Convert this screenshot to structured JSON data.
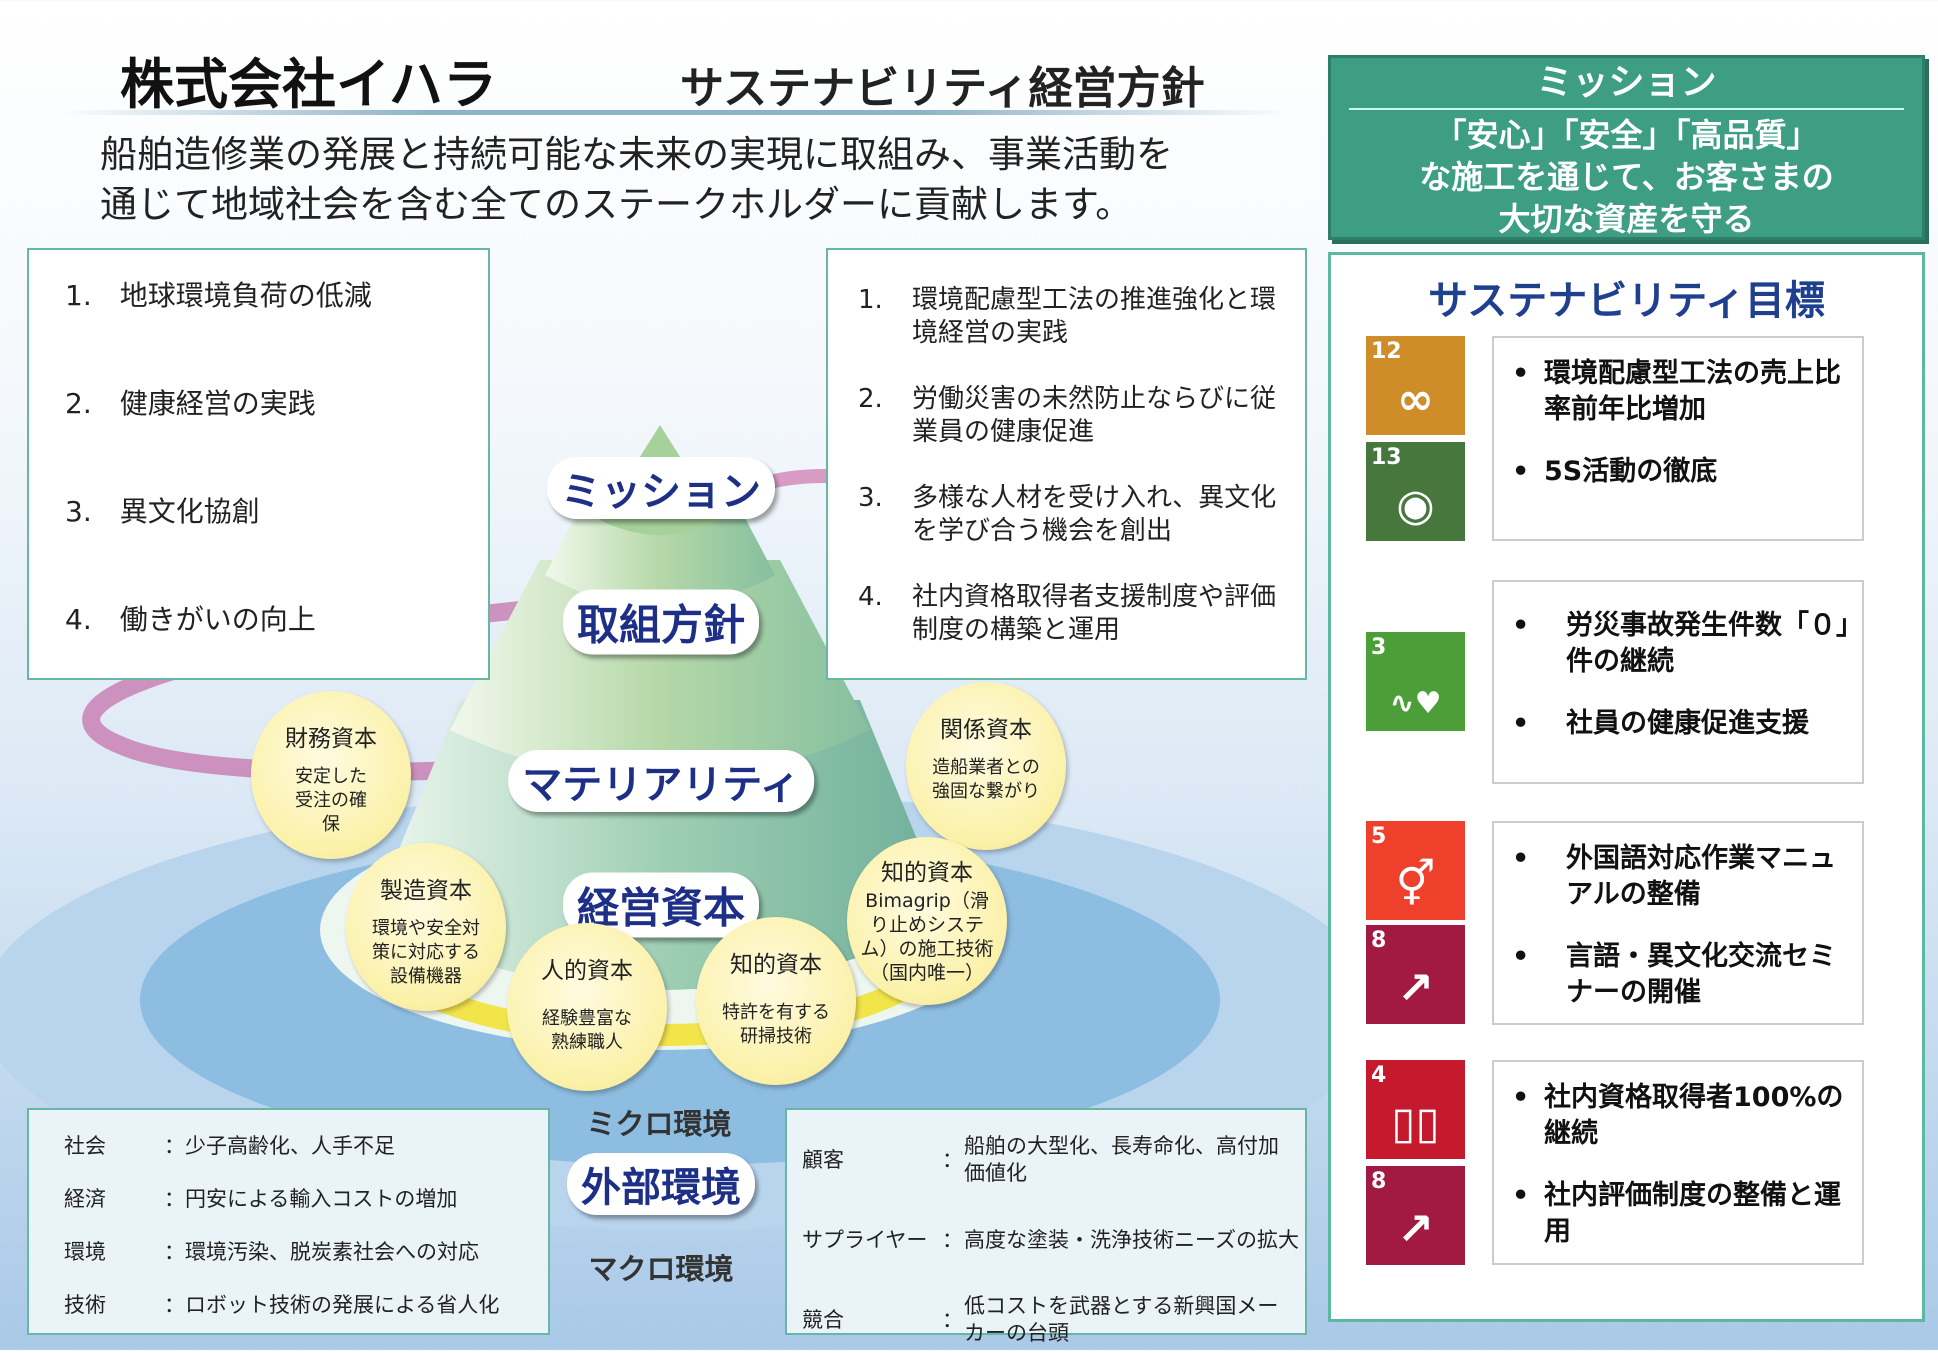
{
  "header": {
    "company": "株式会社イハラ",
    "policy": "サステナビリティ経営方針"
  },
  "intro": [
    "船舶造修業の発展と持続可能な未来の実現に取組み、事業活動を",
    "通じて地域社会を含む全てのステークホルダーに貢献します。"
  ],
  "mission_box": {
    "title": "ミッション",
    "lines": [
      "「安心」「安全」「高品質」",
      "な施工を通じて、お客さまの",
      "大切な資産を守る"
    ]
  },
  "materiality": [
    "1.　地球環境負荷の低減",
    "2.　健康経営の実践",
    "3.　異文化協創",
    "4.　働きがいの向上"
  ],
  "policies": [
    {
      "num": "1.",
      "text": "環境配慮型工法の推進強化と環境経営の実践"
    },
    {
      "num": "2.",
      "text": "労働災害の未然防止ならびに従業員の健康促進"
    },
    {
      "num": "3.",
      "text": "多様な人材を受け入れ、異文化を学び合う機会を創出"
    },
    {
      "num": "4.",
      "text": "社内資格取得者支援制度や評価制度の構築と運用"
    }
  ],
  "pyramid": {
    "mission": "ミッション",
    "policy": "取組方針",
    "materiality": "マテリアリティ",
    "capital": "経営資本",
    "micro": "ミクロ環境",
    "external": "外部環境",
    "macro": "マクロ環境"
  },
  "capitals": [
    {
      "title": "財務資本",
      "desc": "安定した受注の確保"
    },
    {
      "title": "関係資本",
      "desc": "造船業者との強固な繋がり"
    },
    {
      "title": "製造資本",
      "desc": "環境や安全対策に対応する設備機器"
    },
    {
      "title": "知的資本",
      "desc": "Bimagrip（滑り止めシステム）の施工技術（国内唯一）"
    },
    {
      "title": "人的資本",
      "desc": "経験豊富な熟練職人"
    },
    {
      "title": "知的資本",
      "desc": "特許を有する研掃技術"
    }
  ],
  "macro_env": [
    {
      "k": "社会",
      "v": "：少子高齢化、人手不足"
    },
    {
      "k": "経済",
      "v": "：円安による輸入コストの増加"
    },
    {
      "k": "環境",
      "v": "：環境汚染、脱炭素社会への対応"
    },
    {
      "k": "技術",
      "v": "：ロボット技術の発展による省人化"
    }
  ],
  "micro_env": [
    {
      "k": "顧客",
      "c": "：",
      "v": "船舶の大型化、長寿命化、高付加価値化"
    },
    {
      "k": "サプライヤー",
      "c": "：",
      "v": "高度な塗装・洗浄技術ニーズの拡大"
    },
    {
      "k": "競合",
      "c": "：",
      "v": "低コストを武器とする新興国メーカーの台頭"
    }
  ],
  "sustainability": {
    "title": "サステナビリティ目標",
    "tiles": [
      {
        "num": "12",
        "icon": "infinity-icon",
        "color": "#cf8d2a"
      },
      {
        "num": "13",
        "icon": "eye-globe-icon",
        "color": "#48773e"
      },
      {
        "num": "3",
        "icon": "heartbeat-icon",
        "color": "#4c9f38"
      },
      {
        "num": "5",
        "icon": "gender-equality-icon",
        "color": "#ef402b"
      },
      {
        "num": "8",
        "icon": "growth-chart-icon",
        "color": "#a21942"
      },
      {
        "num": "4",
        "icon": "book-icon",
        "color": "#c5192d"
      },
      {
        "num": "8",
        "icon": "growth-chart-icon",
        "color": "#a21942"
      }
    ],
    "goals": [
      [
        "環境配慮型工法の売上比率前年比増加",
        "5S活動の徹底"
      ],
      [
        "労災事故発生件数「０」件の継続",
        "社員の健康促進支援"
      ],
      [
        "外国語対応作業マニュアルの整備",
        "言語・異文化交流セミナーの開催"
      ],
      [
        "社内資格取得者100%の継続",
        "社内評価制度の整備と運用"
      ]
    ]
  }
}
